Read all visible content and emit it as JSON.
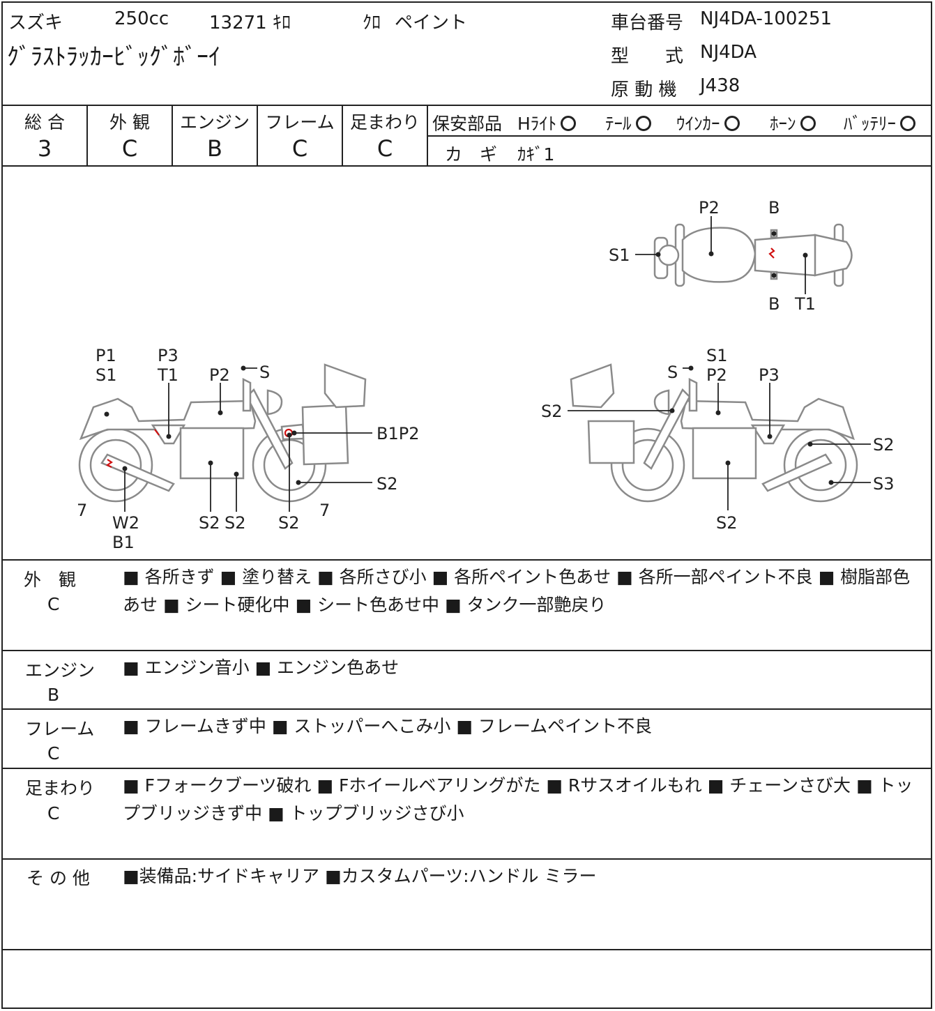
{
  "header": {
    "maker": "スズキ",
    "displacement": "250cc",
    "mileage": "13271 ｷﾛ",
    "color": "ｸﾛ",
    "paint": "ペイント",
    "model_name": "ｸﾞﾗｽﾄﾗｯｶｰﾋﾞｯｸﾞﾎﾞｰｲ",
    "frame_label": "車台番号",
    "frame_value": "NJ4DA-100251",
    "type_label": "型　　式",
    "type_value": "NJ4DA",
    "engine_label": "原 動 機",
    "engine_value": "J438"
  },
  "grades": [
    {
      "label": "総 合",
      "value": "3"
    },
    {
      "label": "外 観",
      "value": "C"
    },
    {
      "label": "エンジン",
      "value": "B"
    },
    {
      "label": "フレーム",
      "value": "C"
    },
    {
      "label": "足まわり",
      "value": "C"
    }
  ],
  "safety": {
    "title": "保安部品",
    "items": [
      {
        "label": "Hﾗｲﾄ",
        "status": "○"
      },
      {
        "label": "ﾃｰﾙ",
        "status": "○"
      },
      {
        "label": "ｳｲﾝｶｰ",
        "status": "○"
      },
      {
        "label": "ﾎｰﾝ",
        "status": "○"
      },
      {
        "label": "ﾊﾞｯﾃﾘｰ",
        "status": "○"
      }
    ],
    "key_label": "カ　ギ",
    "key_value": "ｶｷﾞ1"
  },
  "diagram": {
    "top_view": {
      "p2": "P2",
      "b_top": "B",
      "s1": "S1",
      "b_bottom": "B",
      "t1": "T1"
    },
    "left_view": {
      "p1": "P1",
      "s1": "S1",
      "p3": "P3",
      "t1": "T1",
      "p2": "P2",
      "s": "S",
      "b1p2": "B1P2",
      "s2_front": "S2",
      "seven_rear": "7",
      "w2": "W2",
      "b1": "B1",
      "s2_a": "S2",
      "s2_b": "S2",
      "s2_c": "S2",
      "seven_front": "7"
    },
    "right_view": {
      "s1": "S1",
      "s": "S",
      "p2": "P2",
      "p3": "P3",
      "s2_left": "S2",
      "s2_right": "S2",
      "s3": "S3",
      "s2_bottom": "S2"
    }
  },
  "notes": [
    {
      "title": "外　観",
      "grade": "C",
      "text": "■ 各所きず ■ 塗り替え ■ 各所さび小 ■ 各所ペイント色あせ ■ 各所一部ペイント不良 ■ 樹脂部色あせ ■ シート硬化中 ■ シート色あせ中 ■ タンク一部艶戻り"
    },
    {
      "title": "エンジン",
      "grade": "B",
      "text": "■ エンジン音小 ■ エンジン色あせ"
    },
    {
      "title": "フレーム",
      "grade": "C",
      "text": "■ フレームきず中 ■ ストッパーへこみ小 ■ フレームペイント不良"
    },
    {
      "title": "足まわり",
      "grade": "C",
      "text": "■ Fフォークブーツ破れ ■ Fホイールベアリングがた ■ Rサスオイルもれ ■ チェーンさび大 ■ トップブリッジきず中 ■ トップブリッジさび小"
    },
    {
      "title": "そ の 他",
      "grade": "",
      "text": "■装備品:サイドキャリア ■カスタムパーツ:ハンドル ミラー"
    }
  ]
}
